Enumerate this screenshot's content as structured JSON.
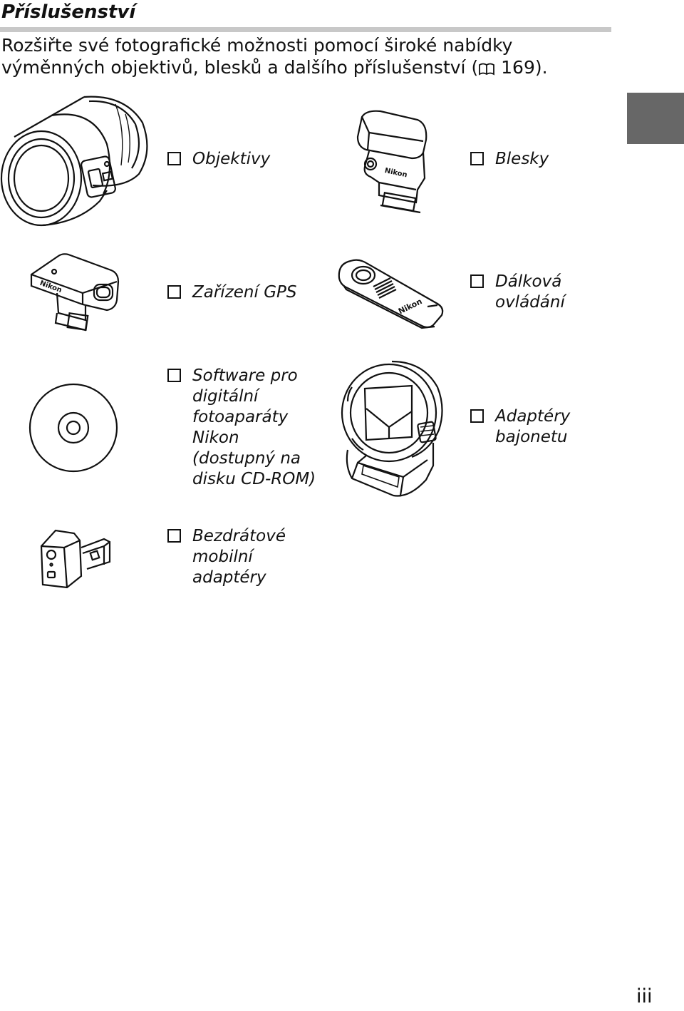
{
  "page": {
    "title": "Příslušenství",
    "intro_text": "Rozšiřte své fotografické možnosti pomocí široké nabídky výměnných objektivů, blesků a dalšího příslušenství (",
    "intro_ref": "169).",
    "page_number": "iii"
  },
  "items": {
    "lenses": "Objektivy",
    "flashes": "Blesky",
    "gps": "Zařízení GPS",
    "remote": "Dálková\novládání",
    "software": "Software pro\ndigitální\nfotoaparáty\nNikon\n(dostupný na\ndisku CD-ROM)",
    "mount_adapter": "Adaptéry\nbajonetu",
    "wireless": "Bezdrátové\nmobilní\nadaptéry"
  },
  "illustration_text": {
    "brand": "Nikon"
  },
  "icons": {
    "reference": "book-icon"
  }
}
